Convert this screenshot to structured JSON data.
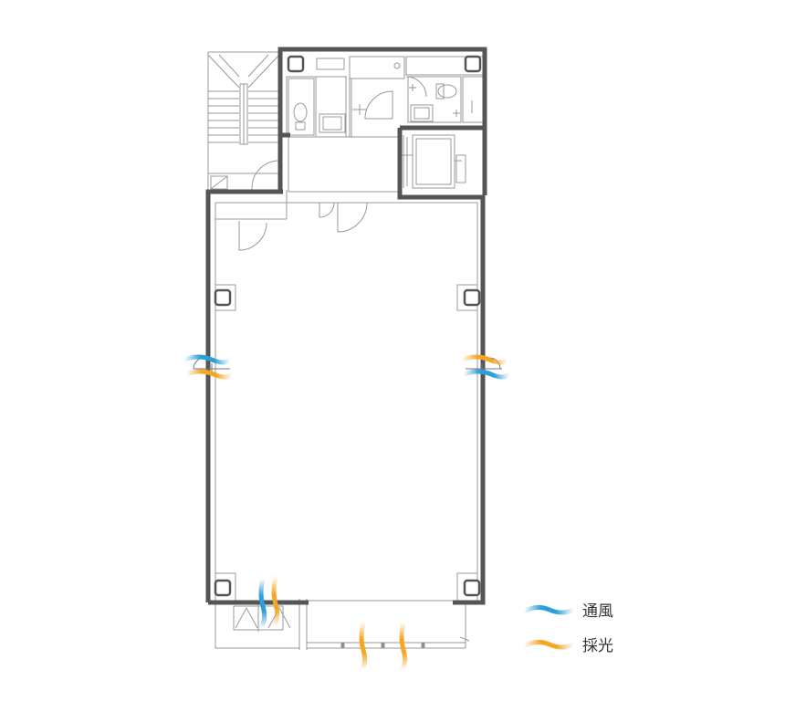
{
  "legend": {
    "items": [
      {
        "key": "ventilation",
        "label": "通風",
        "color_a": "#f5a623",
        "color_b": "#2a9fd8"
      },
      {
        "key": "daylight",
        "label": "採光",
        "color_a": "#f5a623",
        "color_b": "#f5a623"
      }
    ]
  },
  "colors": {
    "wall": "#555555",
    "line": "#888888",
    "ventilation": "#2a9fd8",
    "daylight": "#f5a623"
  }
}
